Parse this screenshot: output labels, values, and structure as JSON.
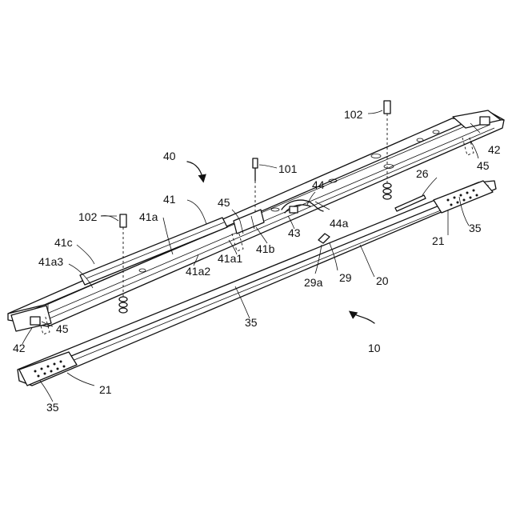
{
  "figure": {
    "ref_numerals": {
      "n10": "10",
      "n20": "20",
      "n21a": "21",
      "n21b": "21",
      "n26": "26",
      "n29": "29",
      "n29a": "29a",
      "n35a": "35",
      "n35b": "35",
      "n35c": "35",
      "n40": "40",
      "n41": "41",
      "n41a": "41a",
      "n41a1": "41a1",
      "n41a2": "41a2",
      "n41a3": "41a3",
      "n41b": "41b",
      "n41c": "41c",
      "n42a": "42",
      "n42b": "42",
      "n43": "43",
      "n44": "44",
      "n44a": "44a",
      "n45a": "45",
      "n45b": "45",
      "n45c": "45",
      "n101": "101",
      "n102a": "102",
      "n102b": "102"
    }
  }
}
